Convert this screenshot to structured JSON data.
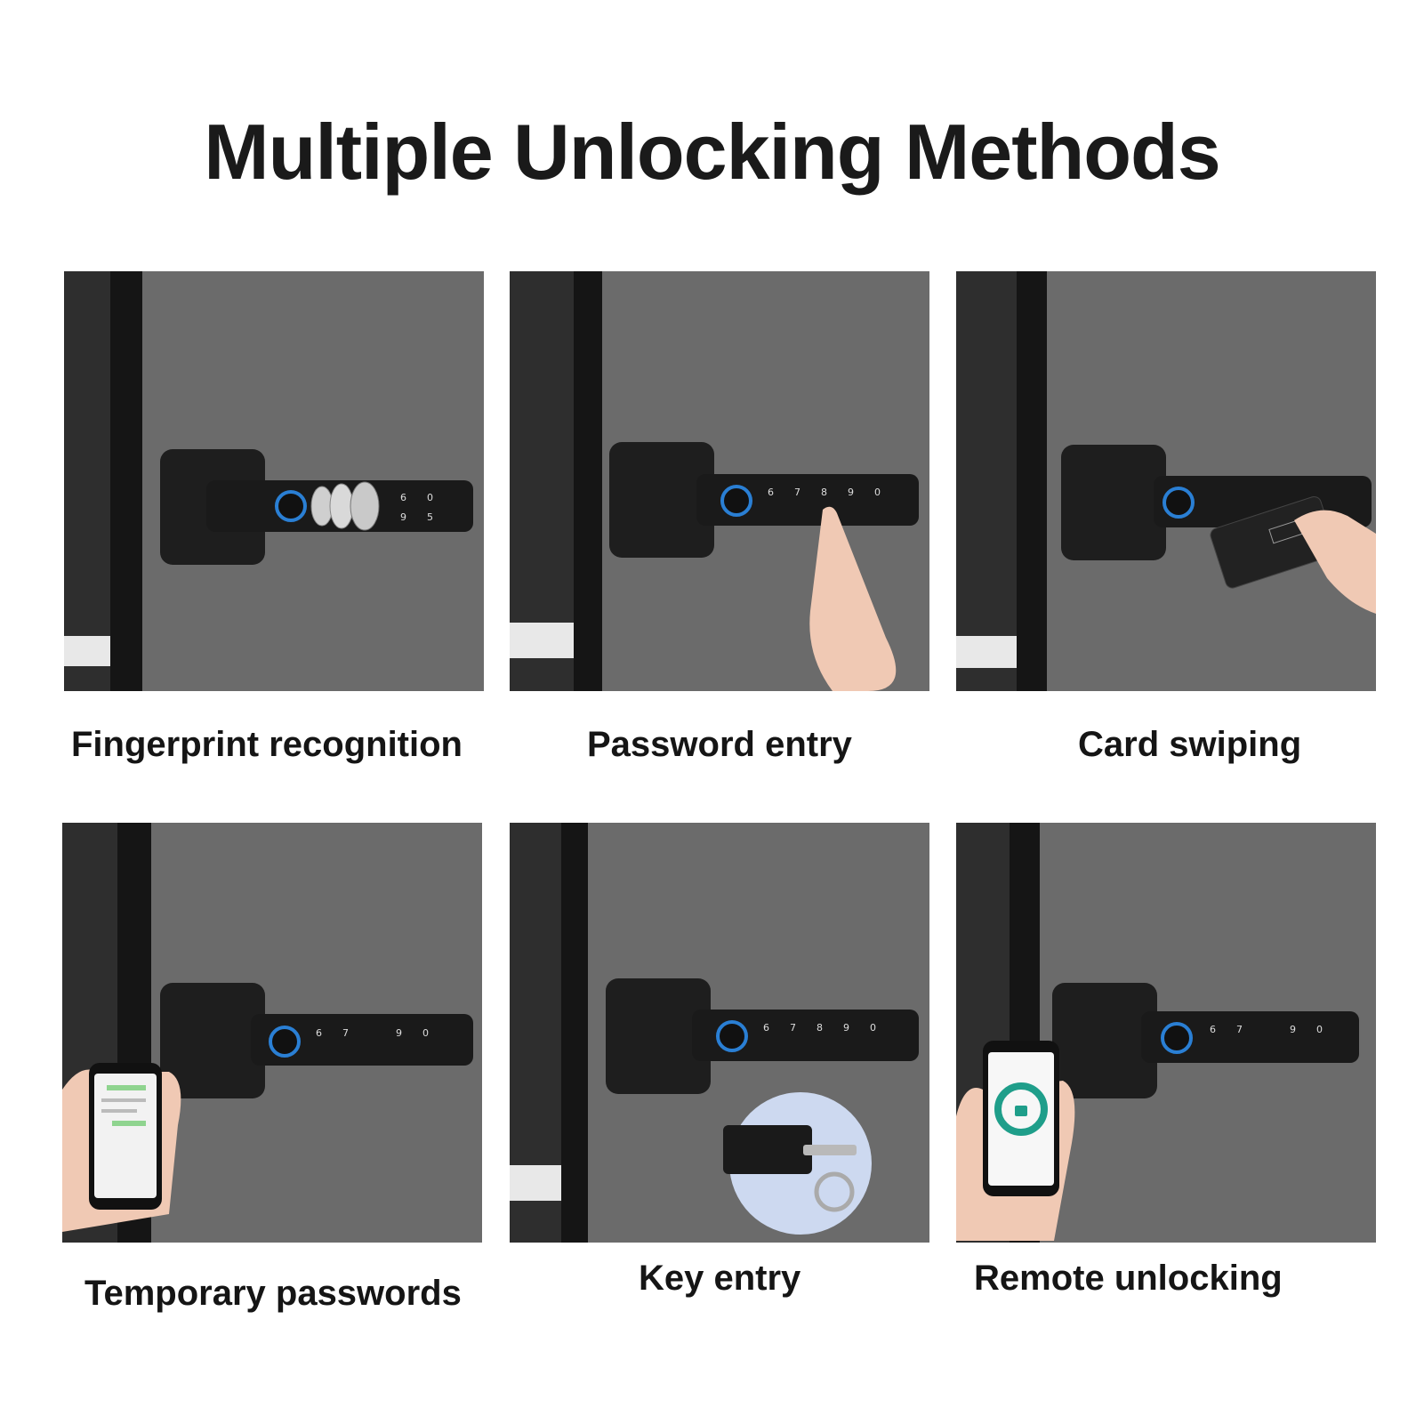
{
  "title": "Multiple Unlocking Methods",
  "methods": [
    {
      "label": "Fingerprint recognition",
      "scene": "fingerprint"
    },
    {
      "label": "Password entry",
      "scene": "password"
    },
    {
      "label": "Card swiping",
      "scene": "card"
    },
    {
      "label": "Temporary passwords",
      "scene": "temporary"
    },
    {
      "label": "Key entry",
      "scene": "key"
    },
    {
      "label": "Remote unlocking",
      "scene": "remote"
    }
  ],
  "colors": {
    "door": "#6b6b6b",
    "frame": "#1c1c1c",
    "lock_body": "#1e1e1e",
    "fingerprint_ring": "#2a7fd4",
    "phone_screen": "#f2f2f2",
    "app_accent": "#1f9e8a"
  }
}
